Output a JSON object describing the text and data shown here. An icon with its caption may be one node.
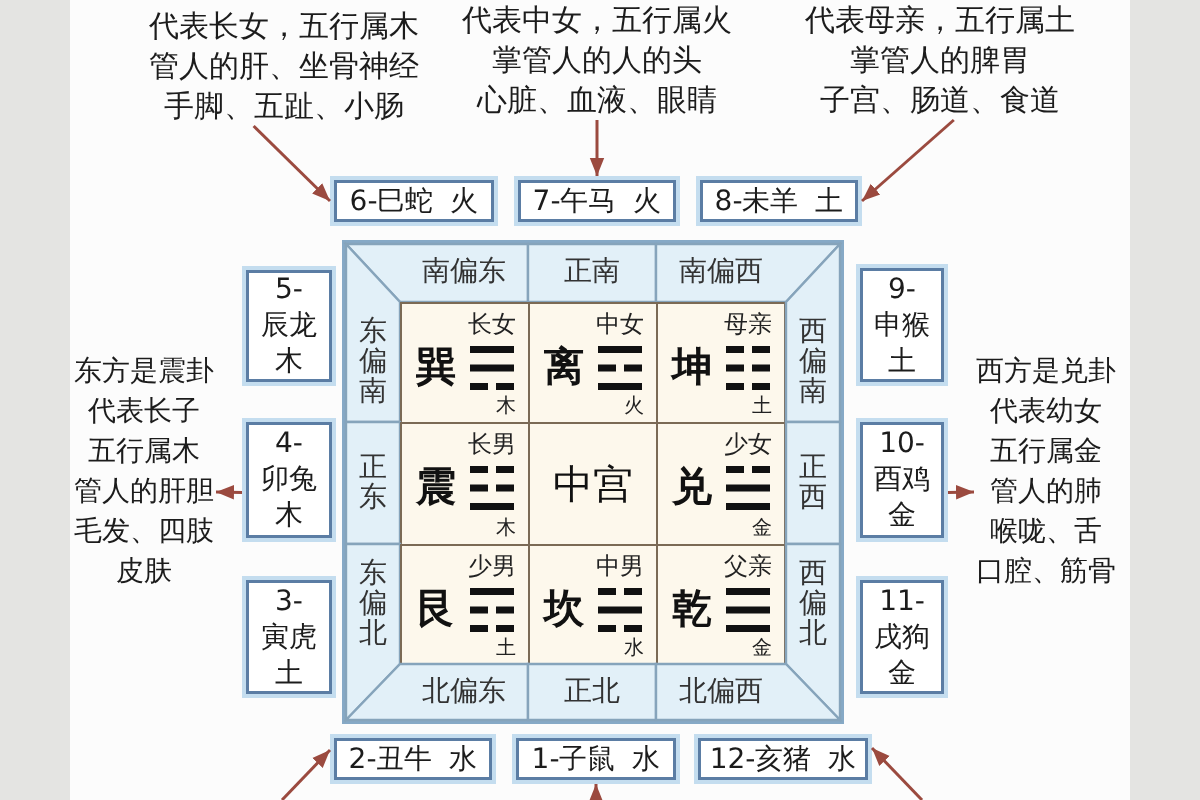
{
  "diagram": {
    "nodes": [
      {
        "text": [
          "代表长女，五行属木管人的肝、坐骨神经手脚、五趾、小肠"
        ]
      },
      {
        "text": [
          "代表中女，五行属火掌管人的人的头心脏、血液、眼睛"
        ]
      },
      {
        "text": [
          "代表母亲，五行属土掌管人的脾胃子宫、肠道、食道"
        ]
      },
      {
        "text": [
          "6-巳蛇 火"
        ]
      },
      {
        "text": [
          "7-午马 火"
        ]
      },
      {
        "text": [
          "8-未羊 土"
        ]
      },
      {
        "text": [
          "5-辰龙木"
        ]
      },
      {
        "text": [
          "东方是震卦代表长子五行属木管人的肝胆毛发、四肢皮肤"
        ]
      },
      {
        "text": [
          "4-卯兔木"
        ]
      },
      {
        "text": [
          "3-寅虎土"
        ]
      },
      {
        "text": [
          "南偏东"
        ]
      },
      {
        "text": [
          "正南"
        ]
      },
      {
        "text": [
          "南偏西"
        ]
      },
      {
        "text": [
          "东偏南"
        ]
      },
      {
        "text": [
          "巽",
          "长女",
          "木"
        ]
      },
      {
        "text": [
          "离",
          "中女",
          "火"
        ]
      },
      {
        "text": [
          "坤",
          "母亲",
          "土"
        ]
      },
      {
        "text": [
          "西偏南"
        ]
      },
      {
        "text": [
          "正东"
        ]
      },
      {
        "text": [
          "震",
          "长男",
          "木"
        ]
      },
      {
        "text": [
          "中宫"
        ]
      },
      {
        "text": [
          "兑",
          "少女",
          "金"
        ]
      },
      {
        "text": [
          "正西"
        ]
      },
      {
        "text": [
          "东偏北"
        ]
      },
      {
        "text": [
          "艮",
          "少男",
          "土"
        ]
      },
      {
        "text": [
          "坎",
          "中男",
          "水"
        ]
      },
      {
        "text": [
          "乾",
          "父亲",
          "金"
        ]
      },
      {
        "text": [
          "西偏北"
        ]
      },
      {
        "text": [
          "北偏东"
        ]
      },
      {
        "text": [
          "正北"
        ]
      },
      {
        "text": [
          "北偏西"
        ]
      },
      {
        "text": [
          "9-申猴土"
        ]
      },
      {
        "text": [
          "10-酉鸡金"
        ]
      },
      {
        "text": [
          "西方是兑卦代表幼女五行属金管人的肺喉咙、舌口腔、筋骨"
        ]
      },
      {
        "text": [
          "11-戌狗金"
        ]
      },
      {
        "text": [
          "2-丑牛 水"
        ]
      },
      {
        "text": [
          "1-子鼠 水"
        ]
      },
      {
        "text": [
          "12-亥猪 水"
        ]
      }
    ],
    "edges": [
      {
        "from": 0,
        "to": 3,
        "arrow": "to"
      },
      {
        "from": 1,
        "to": 4,
        "arrow": "to"
      },
      {
        "from": 2,
        "to": 5,
        "arrow": "to"
      },
      {
        "from": 8,
        "to": 7,
        "arrow": "to"
      },
      {
        "from": 32,
        "to": 33,
        "arrow": "to"
      },
      {
        "from": null,
        "to": 35,
        "arrow": "to"
      },
      {
        "from": null,
        "to": 36,
        "arrow": "to"
      },
      {
        "from": null,
        "to": 37,
        "arrow": "to"
      }
    ]
  }
}
